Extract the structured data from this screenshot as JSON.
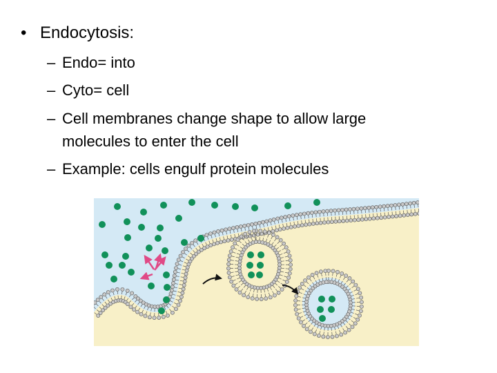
{
  "slide": {
    "bullet_glyph": "•",
    "title": "Endocytosis:",
    "dash_glyph": "–",
    "items": [
      "Endo= into",
      "Cyto= cell",
      "Cell membranes change shape to allow large",
      "molecules to enter the cell",
      "Example: cells engulf protein molecules"
    ]
  },
  "diagram": {
    "colors": {
      "outside": "#d4e9f5",
      "cytoplasm": "#f8f0c8",
      "membrane_head": "#c8c8c8",
      "membrane_outline": "#555555",
      "protein": "#11915a",
      "arrow_pink": "#e04a86",
      "arrow_black": "#111111"
    }
  }
}
